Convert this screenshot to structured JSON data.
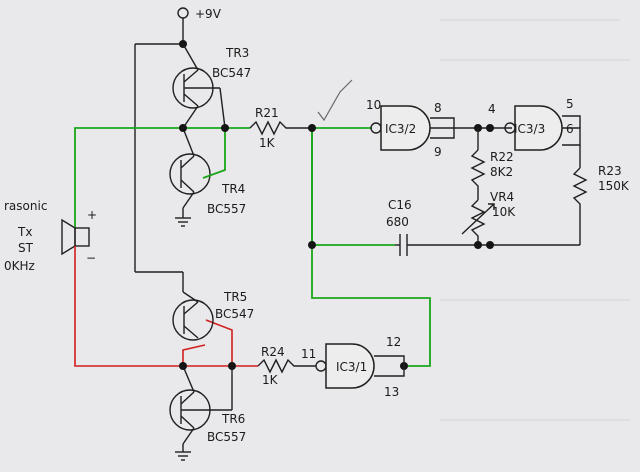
{
  "labels": {
    "supply": "+9V",
    "tr3_name": "TR3",
    "tr3_type": "BC547",
    "tr4_name": "TR4",
    "tr4_type": "BC557",
    "tr5_name": "TR5",
    "tr5_type": "BC547",
    "tr6_name": "TR6",
    "tr6_type": "BC557",
    "r21_name": "R21",
    "r21_value": "1K",
    "r24_name": "R24",
    "r24_value": "1K",
    "r22_name": "R22",
    "r22_value": "8K2",
    "vr4_name": "VR4",
    "vr4_value": "10K",
    "r23_name": "R23",
    "r23_value": "150K",
    "c16_name": "C16",
    "c16_value": "680",
    "ic3_2": "IC3/2",
    "ic3_3": "IC3/3",
    "ic3_1": "IC3/1",
    "pin_10": "10",
    "pin_8": "8",
    "pin_9": "9",
    "pin_4": "4",
    "pin_5": "5",
    "pin_6": "6",
    "pin_11": "11",
    "pin_12": "12",
    "pin_13": "13",
    "tx_line1": "rasonic",
    "tx_line2": "Tx",
    "tx_line3": "ST",
    "tx_line4": "0KHz",
    "plus": "+",
    "minus": "−"
  },
  "colors": {
    "wire": "#202020",
    "green_trace": "#1aa61a",
    "red_trace": "#d21f1f",
    "paper": "#e9e8ea"
  }
}
